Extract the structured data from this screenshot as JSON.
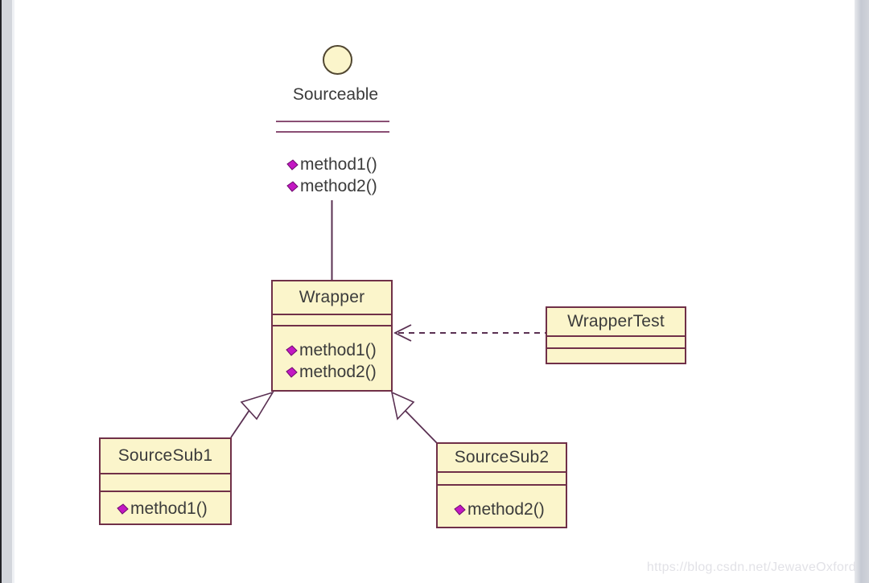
{
  "watermark": "https://blog.csdn.net/JewaveOxford",
  "diagram": {
    "interface": {
      "name": "Sourceable",
      "methods": [
        "method1()",
        "method2()"
      ]
    },
    "classes": {
      "wrapper": {
        "name": "Wrapper",
        "methods": [
          "method1()",
          "method2()"
        ]
      },
      "wrapper_test": {
        "name": "WrapperTest",
        "methods": []
      },
      "source_sub1": {
        "name": "SourceSub1",
        "methods": [
          "method1()"
        ]
      },
      "source_sub2": {
        "name": "SourceSub2",
        "methods": [
          "method2()"
        ]
      }
    },
    "colors": {
      "box_fill": "#fbf5cb",
      "box_border": "#703048",
      "connector": "#5a3052",
      "interface_divider": "#8a4e74",
      "method_diamond": "#c318c3",
      "text": "#3b3b3b"
    }
  }
}
